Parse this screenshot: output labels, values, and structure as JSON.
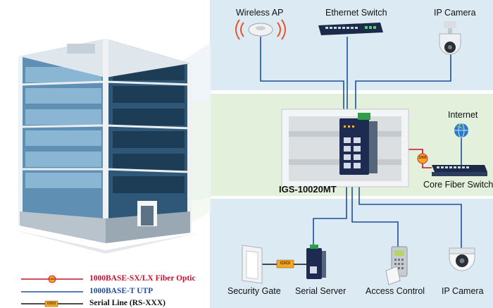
{
  "devices": {
    "wireless_ap": "Wireless AP",
    "ethernet_switch": "Ethernet Switch",
    "ip_camera_top": "IP Camera",
    "internet": "Internet",
    "core_fiber_switch": "Core Fiber Switch",
    "product_model": "IGS-10020MT",
    "security_gate": "Security Gate",
    "serial_server": "Serial Server",
    "access_control": "Access Control",
    "ip_camera_bottom": "IP Camera"
  },
  "badges": {
    "fiber_badge": "1000",
    "serial_badge": "IOIOI"
  },
  "legend": [
    {
      "label": "1000BASE-SX/LX Fiber Optic",
      "color": "#c8102e",
      "badge": "1000"
    },
    {
      "label": "1000BASE-T UTP",
      "color": "#1f4e9c",
      "badge": ""
    },
    {
      "label": "Serial Line (RS-XXX)",
      "color": "#111111",
      "badge": "IOIOI"
    }
  ],
  "colors": {
    "fiber": "#c8102e",
    "utp": "#1f4e9c",
    "serial": "#111111",
    "badge_fill": "#f5a623",
    "panel_blue": "#dceaf4",
    "panel_green": "#e3f0dc"
  }
}
